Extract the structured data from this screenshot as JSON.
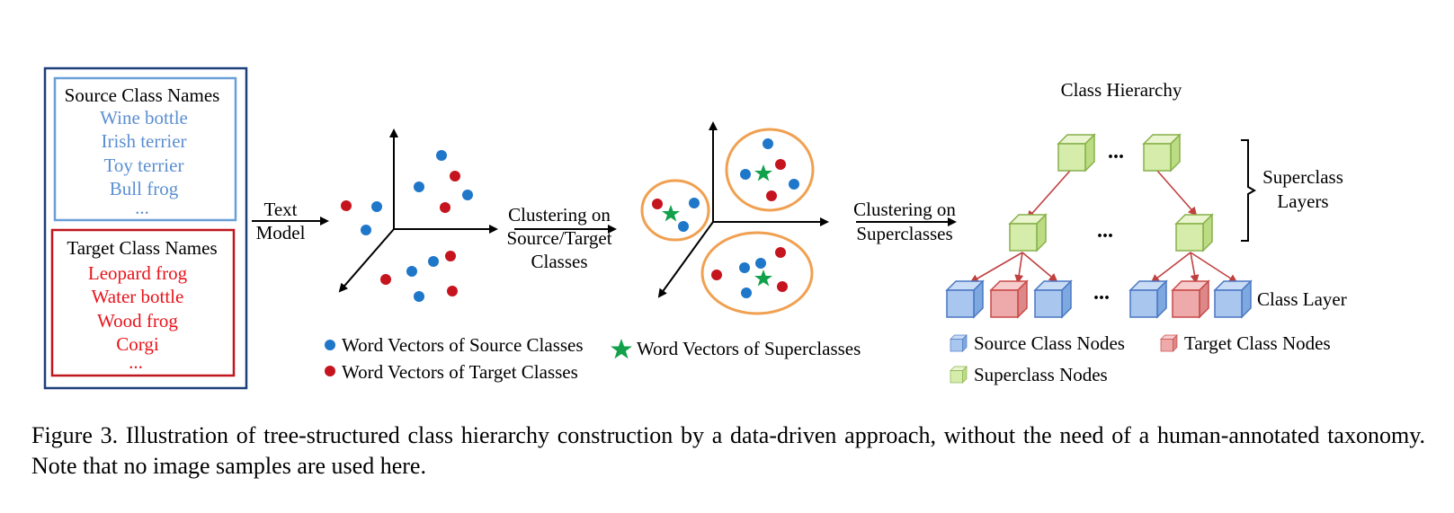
{
  "source_box": {
    "title": "Source Class Names",
    "items": [
      "Wine bottle",
      "Irish terrier",
      "Toy terrier",
      "Bull frog",
      "..."
    ]
  },
  "target_box": {
    "title": "Target Class Names",
    "items": [
      "Leopard frog",
      "Water bottle",
      "Wood frog",
      "Corgi",
      "..."
    ]
  },
  "step1": {
    "line1": "Text",
    "line2": "Model"
  },
  "step2": {
    "line1": "Clustering on",
    "line2": "Source/Target",
    "line3": "Classes"
  },
  "step3": {
    "line1": "Clustering on",
    "line2": "Superclasses"
  },
  "legend_left": {
    "source": "Word Vectors of Source Classes",
    "target": "Word Vectors of Target Classes",
    "super": "Word Vectors of Superclasses"
  },
  "hierarchy": {
    "title": "Class Hierarchy",
    "ellipsis": "...",
    "superclass_layers_line1": "Superclass",
    "superclass_layers_line2": "Layers",
    "class_layer": "Class Layer"
  },
  "legend_right": {
    "source": "Source Class Nodes",
    "target": "Target Class Nodes",
    "super": "Superclass Nodes"
  },
  "caption": "Figure 3. Illustration of tree-structured class hierarchy construction by a data-driven approach, without the need of a human-annotated taxonomy. Note that no image samples are used here.",
  "colors": {
    "source_blue": "#1f77c9",
    "target_red": "#c5141e",
    "super_green": "#12a14a",
    "cluster_orange": "#f0a050",
    "box_navy": "#1d3f7a",
    "box_lightblue": "#6a9fd8",
    "box_red": "#c0161e",
    "text_blue": "#5b8fd1",
    "text_red": "#e8141a",
    "tree_arrow": "#c04040"
  }
}
